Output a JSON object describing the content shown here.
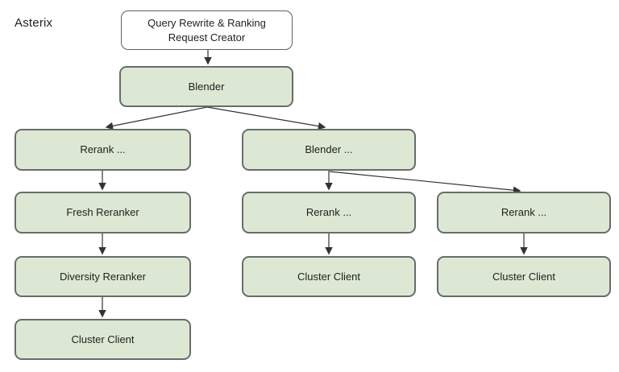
{
  "diagram": {
    "title": "Asterix",
    "nodes": [
      {
        "id": "query-rewrite",
        "label": "Query Rewrite & Ranking Request Creator",
        "type": "root"
      },
      {
        "id": "blender",
        "label": "Blender",
        "type": "stage"
      },
      {
        "id": "rerank-left",
        "label": "Rerank ...",
        "type": "stage"
      },
      {
        "id": "blender-sub",
        "label": "Blender ...",
        "type": "stage"
      },
      {
        "id": "fresh-reranker",
        "label": "Fresh Reranker",
        "type": "stage"
      },
      {
        "id": "rerank-mid",
        "label": "Rerank ...",
        "type": "stage"
      },
      {
        "id": "rerank-right",
        "label": "Rerank ...",
        "type": "stage"
      },
      {
        "id": "diversity-reranker",
        "label": "Diversity Reranker",
        "type": "stage"
      },
      {
        "id": "cluster-client-left",
        "label": "Cluster Client",
        "type": "stage"
      },
      {
        "id": "cluster-client-mid",
        "label": "Cluster Client",
        "type": "stage"
      },
      {
        "id": "cluster-client-right",
        "label": "Cluster Client",
        "type": "stage"
      }
    ],
    "edges": [
      {
        "from": "query-rewrite",
        "to": "blender"
      },
      {
        "from": "blender",
        "to": "rerank-left"
      },
      {
        "from": "blender",
        "to": "blender-sub"
      },
      {
        "from": "rerank-left",
        "to": "fresh-reranker"
      },
      {
        "from": "fresh-reranker",
        "to": "diversity-reranker"
      },
      {
        "from": "diversity-reranker",
        "to": "cluster-client-left"
      },
      {
        "from": "blender-sub",
        "to": "rerank-mid"
      },
      {
        "from": "blender-sub",
        "to": "rerank-right"
      },
      {
        "from": "rerank-mid",
        "to": "cluster-client-mid"
      },
      {
        "from": "rerank-right",
        "to": "cluster-client-right"
      }
    ],
    "colors": {
      "node_fill": "#dce8d3",
      "node_border": "#6b6b6b",
      "root_fill": "#ffffff",
      "arrow": "#333333",
      "text": "#1f1f1f"
    }
  }
}
